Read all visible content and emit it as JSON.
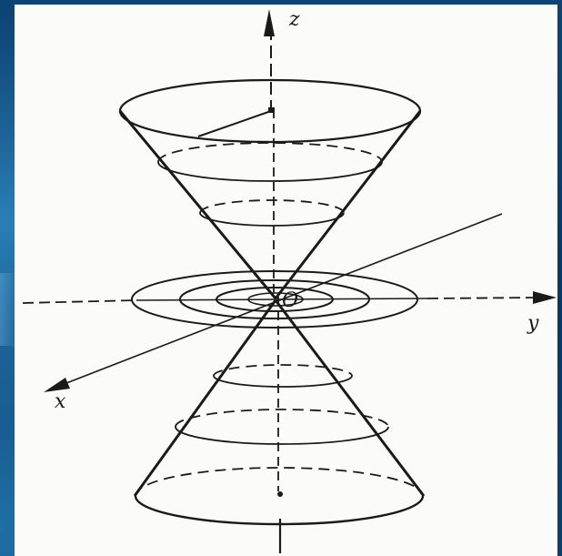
{
  "figure": {
    "axis_labels": {
      "z": "z",
      "y": "y",
      "x": "x",
      "origin": "O"
    },
    "colors": {
      "background": "#0b3a6a",
      "paper": "#fbfbf9",
      "ink": "#1a1a1a"
    }
  }
}
